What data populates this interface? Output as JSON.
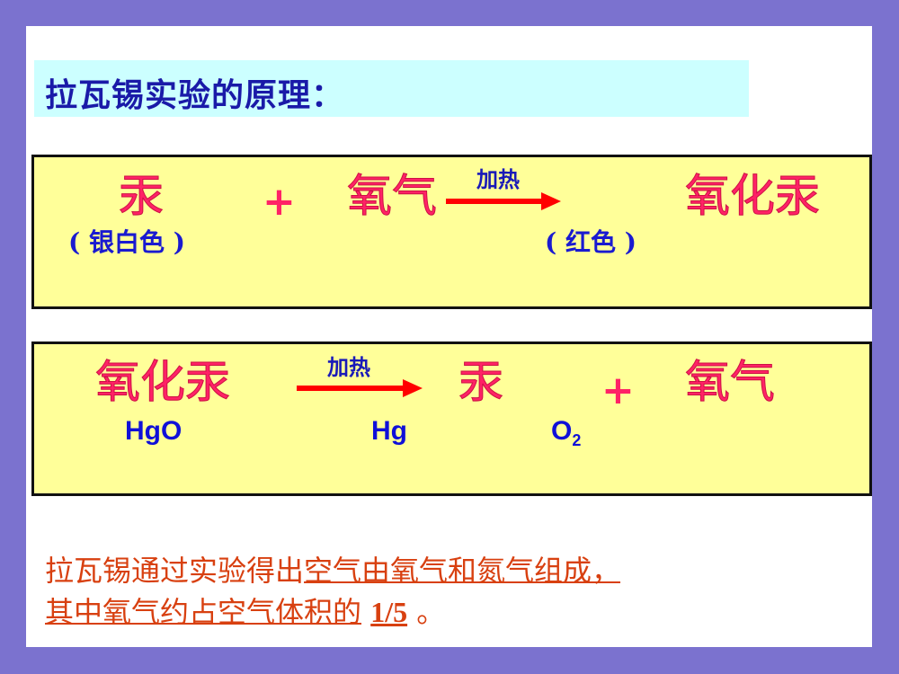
{
  "title": "拉瓦锡实验的原理：",
  "reaction1": {
    "reactant1": "汞",
    "reactant1_note": "( 银白色 )",
    "plus": "+",
    "reactant2": "氧气",
    "condition": "加热",
    "product": "氧化汞",
    "product_note": "( 红色 )"
  },
  "reaction2": {
    "reactant": "氧化汞",
    "reactant_formula": "HgO",
    "condition": "加热",
    "product1": "汞",
    "product1_formula": "Hg",
    "plus": "+",
    "product2": "氧气",
    "product2_formula_base": "O",
    "product2_formula_sub": "2"
  },
  "conclusion": {
    "line1_plain": "拉瓦锡通过实验得出",
    "line1_underlined": "空气由氧气和氮气组成，",
    "line2_underlined": "其中氧气约占空气体积的",
    "fraction": "1/5",
    "end": " 。"
  },
  "colors": {
    "background": "#7b72cf",
    "title_bar": "#ccffff",
    "box_fill": "#ffff99",
    "substance_text": "#ff2266",
    "note_text": "#1a1ad0",
    "arrow": "#ff0000",
    "conclusion_text": "#d84010"
  }
}
